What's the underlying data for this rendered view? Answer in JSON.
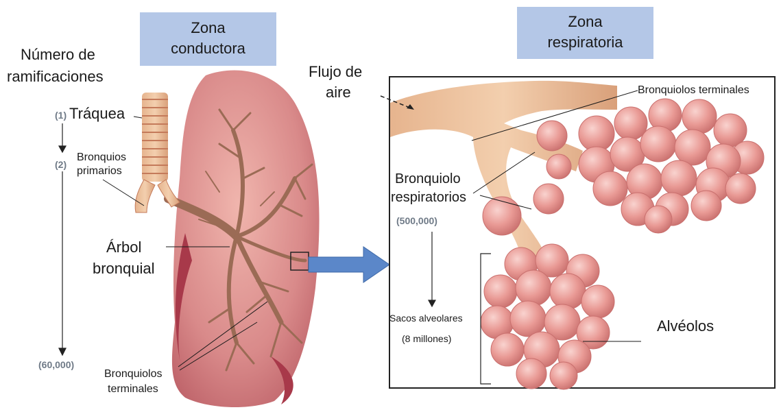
{
  "zones": {
    "conducting": {
      "line1": "Zona",
      "line2": "conductora"
    },
    "respiratory": {
      "line1": "Zona",
      "line2": "respiratoria"
    }
  },
  "branch_count": {
    "title_line1": "Número de",
    "title_line2": "ramificaciones",
    "trachea_n": "(1)",
    "primary_n": "(2)",
    "terminal_n": "(60,000)",
    "respiratory_n": "(500,000)",
    "sacs_n": "(8 millones)"
  },
  "labels": {
    "trachea": "Tráquea",
    "primary_bronchi_line1": "Bronquios",
    "primary_bronchi_line2": "primarios",
    "bronchial_tree_line1": "Árbol",
    "bronchial_tree_line2": "bronquial",
    "terminal_bronchioles_line1": "Bronquiolos",
    "terminal_bronchioles_line2": "terminales",
    "airflow_line1": "Flujo de",
    "airflow_line2": "aire",
    "terminal_bronchioles_inset": "Bronquiolos terminales",
    "respiratory_bronchiole_line1": "Bronquiolo",
    "respiratory_bronchiole_line2": "respiratorios",
    "alveolar_sacs": "Sacos alveolares",
    "alveoli": "Alvéolos"
  },
  "colors": {
    "lung": "#d98a8a",
    "lung_dark": "#a8394a",
    "airway": "#d9a07a",
    "alveolus": "#e69a95",
    "zone_box": "#b4c7e7",
    "arrow": "#5b87c9"
  }
}
